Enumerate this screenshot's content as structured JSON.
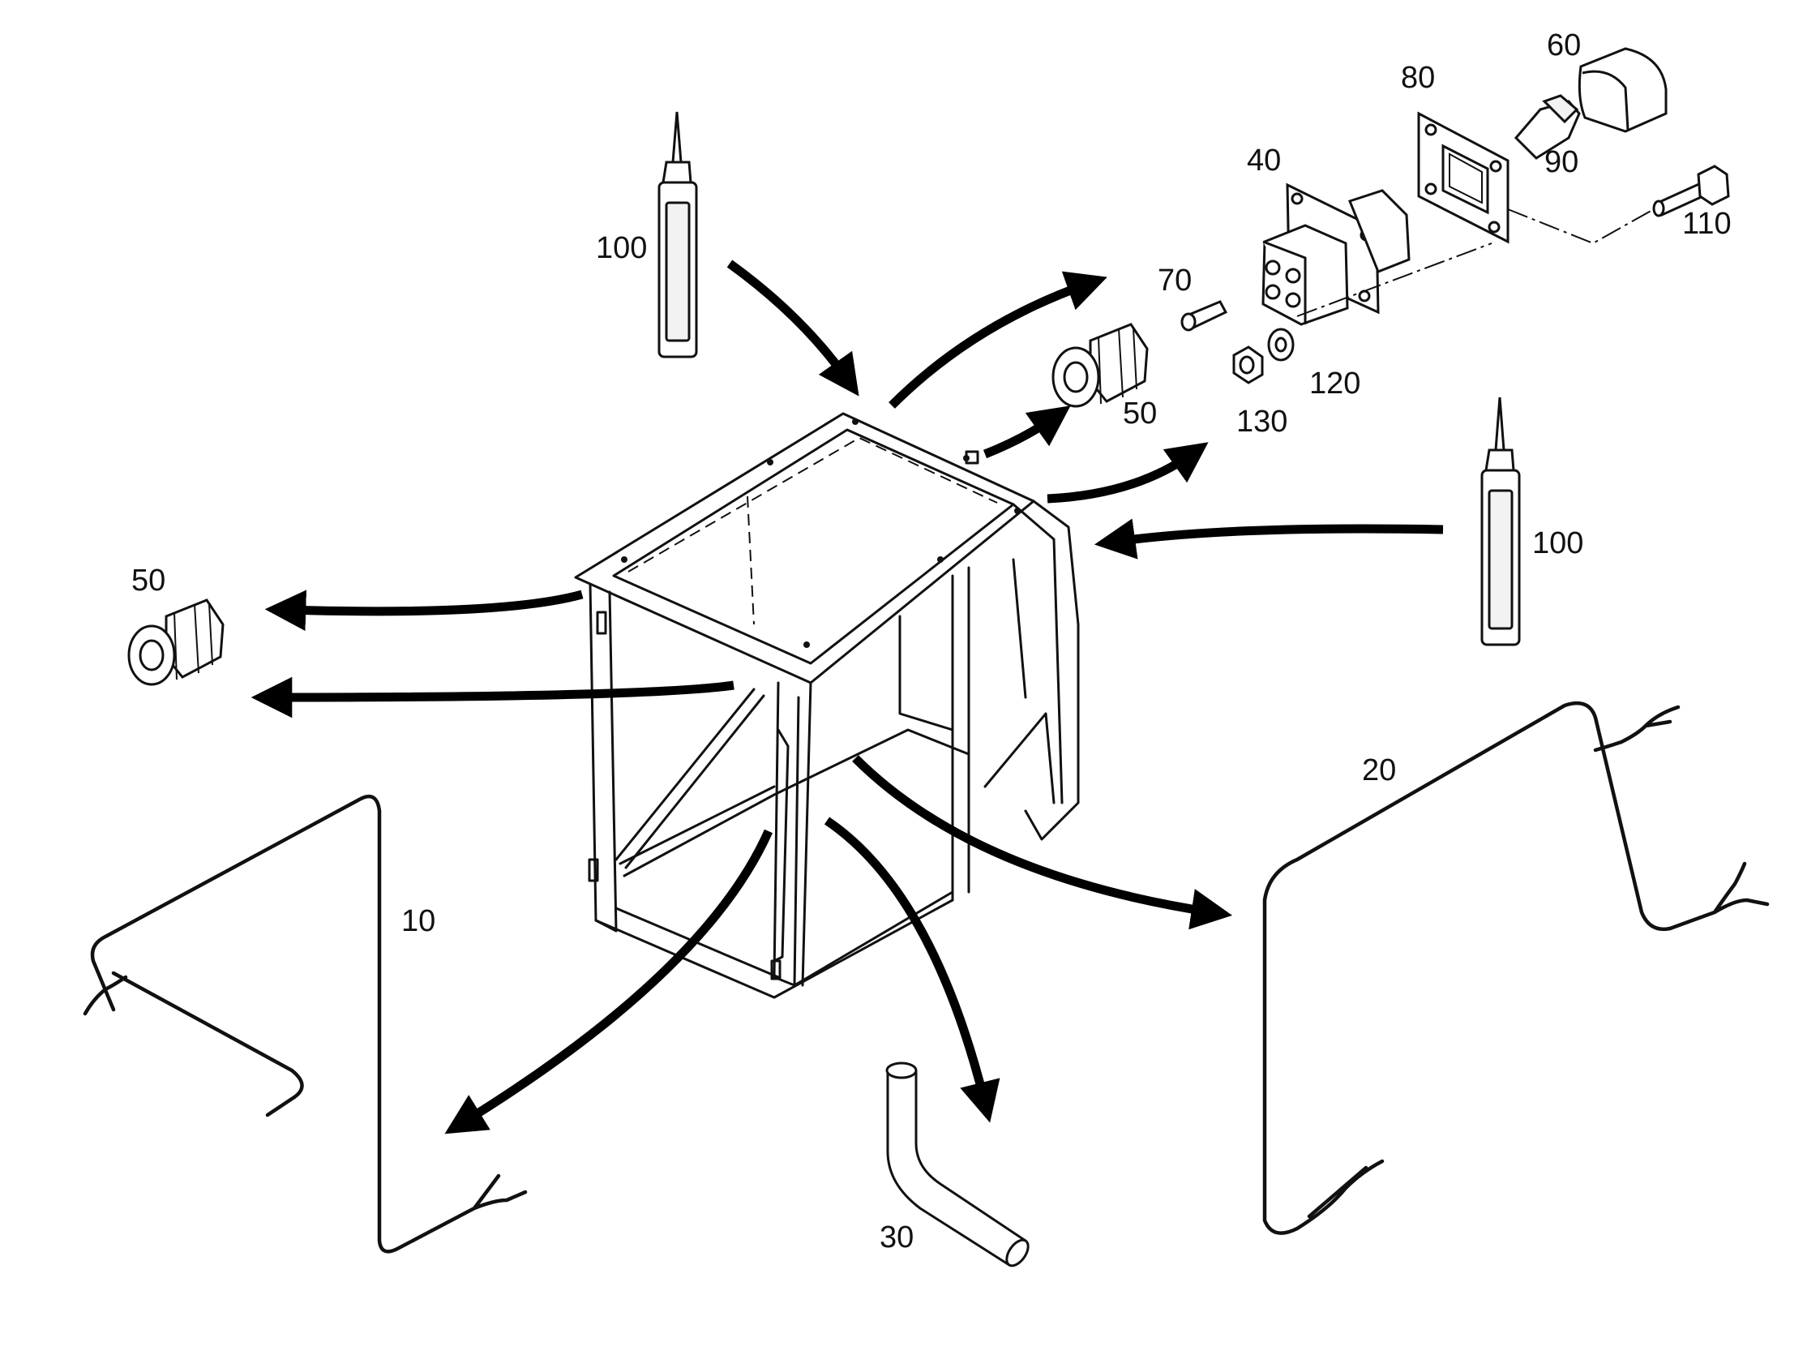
{
  "diagram": {
    "part_labels": {
      "p10": "10",
      "p20": "20",
      "p30": "30",
      "p40": "40",
      "p50_left": "50",
      "p50_right": "50",
      "p60": "60",
      "p70": "70",
      "p80": "80",
      "p90": "90",
      "p100_left": "100",
      "p100_right": "100",
      "p110": "110",
      "p120": "120",
      "p130": "130"
    }
  }
}
